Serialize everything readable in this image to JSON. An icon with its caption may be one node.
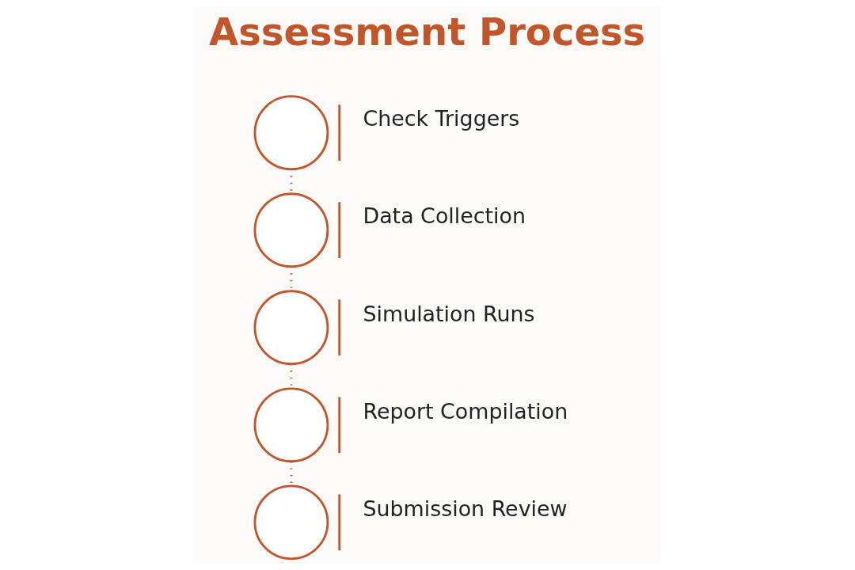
{
  "diagram": {
    "title": "Assessment Process",
    "nodes": [
      {
        "text": [],
        "shape": "circle",
        "beside": [
          "Check Triggers"
        ]
      },
      {
        "text": [],
        "shape": "circle",
        "beside": [
          "Data Collection"
        ]
      },
      {
        "text": [],
        "shape": "circle",
        "beside": [
          "Simulation Runs"
        ]
      },
      {
        "text": [],
        "shape": "circle",
        "beside": [
          "Report Compilation"
        ]
      },
      {
        "text": [],
        "shape": "circle",
        "beside": [
          "Submission Review"
        ]
      }
    ],
    "edges": [
      {
        "from": 0,
        "to": 1,
        "arrow": "none"
      },
      {
        "from": 1,
        "to": 2,
        "arrow": "none"
      },
      {
        "from": 2,
        "to": 3,
        "arrow": "none"
      },
      {
        "from": 3,
        "to": 4,
        "arrow": "none"
      }
    ]
  }
}
